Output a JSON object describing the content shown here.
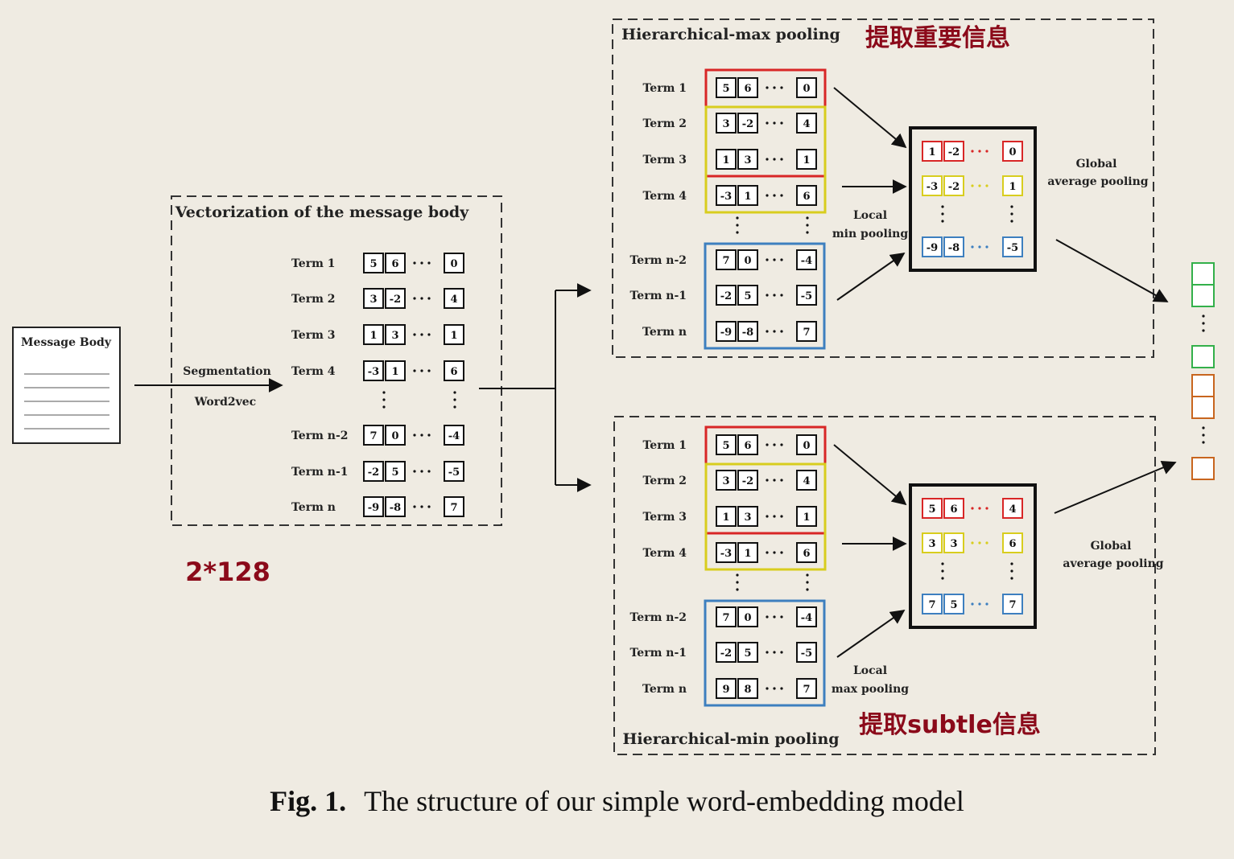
{
  "colors": {
    "red": "#d82626",
    "yellow": "#d8cd1e",
    "blue": "#3d7fbf",
    "green": "#33b04a",
    "orange": "#c8651e",
    "note": "#8b0a1a"
  },
  "message_body": {
    "label": "Message Body"
  },
  "arrow_labels": {
    "segmentation": "Segmentation",
    "word2vec": "Word2vec"
  },
  "vectorization": {
    "title": "Vectorization of the message body",
    "dims_note": "2*128",
    "rows": [
      {
        "term": "Term 1",
        "cells": [
          "5",
          "6"
        ],
        "last": "0"
      },
      {
        "term": "Term 2",
        "cells": [
          "3",
          "-2"
        ],
        "last": "4"
      },
      {
        "term": "Term 3",
        "cells": [
          "1",
          "3"
        ],
        "last": "1"
      },
      {
        "term": "Term 4",
        "cells": [
          "-3",
          "1"
        ],
        "last": "6"
      },
      {
        "term": "Term n-2",
        "cells": [
          "7",
          "0"
        ],
        "last": "-4"
      },
      {
        "term": "Term n-1",
        "cells": [
          "-2",
          "5"
        ],
        "last": "-5"
      },
      {
        "term": "Term n",
        "cells": [
          "-9",
          "-8"
        ],
        "last": "7"
      }
    ]
  },
  "hier_max": {
    "title": "Hierarchical-max pooling",
    "note": "提取重要信息",
    "local_label_1": "Local",
    "local_label_2": "min pooling",
    "global_label_1": "Global",
    "global_label_2": "average pooling",
    "rows": [
      {
        "term": "Term 1",
        "cells": [
          "5",
          "6"
        ],
        "last": "0"
      },
      {
        "term": "Term 2",
        "cells": [
          "3",
          "-2"
        ],
        "last": "4"
      },
      {
        "term": "Term 3",
        "cells": [
          "1",
          "3"
        ],
        "last": "1"
      },
      {
        "term": "Term 4",
        "cells": [
          "-3",
          "1"
        ],
        "last": "6"
      },
      {
        "term": "Term n-2",
        "cells": [
          "7",
          "0"
        ],
        "last": "-4"
      },
      {
        "term": "Term n-1",
        "cells": [
          "-2",
          "5"
        ],
        "last": "-5"
      },
      {
        "term": "Term n",
        "cells": [
          "-9",
          "-8"
        ],
        "last": "7"
      }
    ],
    "pooled": [
      {
        "cells": [
          "1",
          "-2"
        ],
        "last": "0",
        "color": "red"
      },
      {
        "cells": [
          "-3",
          "-2"
        ],
        "last": "1",
        "color": "yellow"
      },
      {
        "cells": [
          "-9",
          "-8"
        ],
        "last": "-5",
        "color": "blue"
      }
    ]
  },
  "hier_min": {
    "title": "Hierarchical-min pooling",
    "note": "提取subtle信息",
    "local_label_1": "Local",
    "local_label_2": "max pooling",
    "global_label_1": "Global",
    "global_label_2": "average pooling",
    "rows": [
      {
        "term": "Term 1",
        "cells": [
          "5",
          "6"
        ],
        "last": "0"
      },
      {
        "term": "Term 2",
        "cells": [
          "3",
          "-2"
        ],
        "last": "4"
      },
      {
        "term": "Term 3",
        "cells": [
          "1",
          "3"
        ],
        "last": "1"
      },
      {
        "term": "Term 4",
        "cells": [
          "-3",
          "1"
        ],
        "last": "6"
      },
      {
        "term": "Term n-2",
        "cells": [
          "7",
          "0"
        ],
        "last": "-4"
      },
      {
        "term": "Term n-1",
        "cells": [
          "-2",
          "5"
        ],
        "last": "-5"
      },
      {
        "term": "Term n",
        "cells": [
          "9",
          "8"
        ],
        "last": "7"
      }
    ],
    "pooled": [
      {
        "cells": [
          "5",
          "6"
        ],
        "last": "4",
        "color": "red"
      },
      {
        "cells": [
          "3",
          "3"
        ],
        "last": "6",
        "color": "yellow"
      },
      {
        "cells": [
          "7",
          "5"
        ],
        "last": "7",
        "color": "blue"
      }
    ]
  },
  "caption": {
    "prefix": "Fig. 1.",
    "text": "The structure of our simple word-embedding model"
  }
}
